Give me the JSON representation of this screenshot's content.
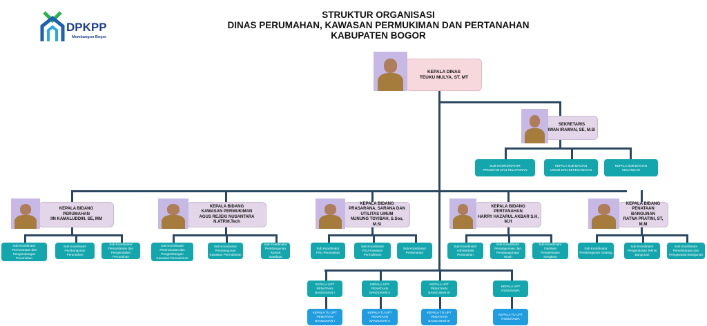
{
  "logo": {
    "name": "DPKPP",
    "tagline": "Membangun Bogor"
  },
  "title": {
    "line1": "STRUKTUR ORGANISASI",
    "line2": "DINAS PERUMAHAN, KAWASAN PERMUKIMAN DAN PERTANAHAN",
    "line3": "KABUPATEN BOGOR"
  },
  "kepala_dinas": {
    "text": "KEPALA DINAS\nTEUKU MULYA, ST. MT"
  },
  "sekretaris": {
    "text": "SEKRETARIS\nIWAN IRAWAN, SE, M.Si",
    "subs": [
      "SUB KOORDINATOR\nPROGRAM DAN PELAPORAN",
      "KEPALA SUB BAGIAN\nUMUM DAN KEPEGAWAIAN",
      "KEPALA SUB BAGIAN\nKEUANGAN"
    ]
  },
  "bidang": [
    {
      "text": "KEPALA BIDANG\nPERUMAHAN\nIIN KAMALUDDIN, SE, MM",
      "subs": [
        "Sub Koordinator\nPerencanaan dan\nPengembangan\nPerumahan",
        "Sub Koordinator\nPembangunan Perumahan",
        "Sub Koordinator\nPemanfaatan dan\nPengendalian Perumahan"
      ]
    },
    {
      "text": "KEPALA BIDANG\nKAWASAN PERMUKIMAN\nAGUS REJEKI NUSANTARA N.ATP.M.Tech",
      "subs": [
        "Sub Koordinator\nPerencanaan dan\nPengembangan\nKawasan Permukiman",
        "Sub Koordinator\nPembangunan\nKawasan Permukiman",
        "Sub Koordinator\nPembangunan Rumah\nSwadaya"
      ]
    },
    {
      "text": "KEPALA BIDANG\nPRASARANA, SARANA DAN\nUTILITAS UMUM\nNUNUNG TOYIBAH, S.Sos, M.Si",
      "subs": [
        "Sub Koordinator\nPSU Perumahan",
        "Sub Koordinator\nPSU Kawasan\nPermukiman",
        "Sub Koordinator\nPertamanan"
      ]
    },
    {
      "text": "KEPALA BIDANG\nPERTANAHAN\nHARRY HAZARUL AKBAR S.H, M.H",
      "subs": [
        "Sub Koordinator\nAdministrasi Pertanahan",
        "Sub Koordinator\nPenatagunaan dan\nPendayagunaan Tanah",
        "Sub Koordinator Fasilitasi\nPenyelesaian Sengketa"
      ]
    },
    {
      "text": "KEPALA BIDANG\nPENATAAN BANGUNAN\nRATNA PRATINI, ST, M.M",
      "subs": [
        "Sub Koordinator\nPembangunan Gedung",
        "Sub Koordinator\nPengendalian Teknis\nBangunan",
        "Sub Koordinator\nPemeliharaan dan\nPengawasan Bangunan"
      ]
    }
  ],
  "upt": [
    {
      "head": "KEPALA UPT\nPENATAAN\nBANGUNAN I",
      "tu": "KEPALA TU UPT\nPENATAAN\nBANGUNAN I"
    },
    {
      "head": "KEPALA UPT\nPENATAAN\nBANGUNAN II",
      "tu": "KEPALA TU UPT\nPENATAAN\nBANGUNAN II"
    },
    {
      "head": "KEPALA UPT\nPENATAAN\nBANGUNAN III",
      "tu": "KEPALA TU UPT\nPENATAAN\nBANGUNAN III"
    },
    {
      "head": "KEPALA UPT\nRUSUNAWA",
      "tu": "KEPALA TU UPT\nRUSUNAWA"
    }
  ],
  "colors": {
    "line": "#2b4760",
    "sub": "#14a6ad",
    "tu": "#1f9de0",
    "head": "#e3d6e8",
    "kadis": "#f6d8dd"
  }
}
